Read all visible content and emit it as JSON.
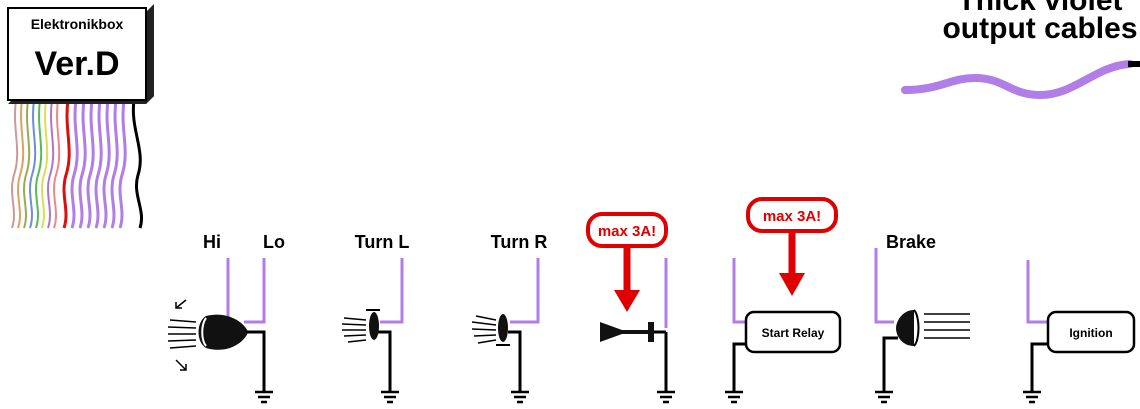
{
  "elektronikbox": {
    "title": "Elektronikbox",
    "version": "Ver.D"
  },
  "legend": {
    "line1": "Thick violet",
    "line2": "output cables",
    "cable_color": "#b07ee6"
  },
  "outputs": {
    "hi": "Hi",
    "lo": "Lo",
    "turn_l": "Turn L",
    "turn_r": "Turn R",
    "brake": "Brake"
  },
  "warnings": {
    "horn": "max 3A!",
    "start_relay": "max 3A!"
  },
  "boxes": {
    "start_relay": "Start Relay",
    "ignition": "Ignition"
  },
  "colors": {
    "warning": "#e00000",
    "violet": "#b07ee6"
  },
  "icons": [
    "headlight-icon",
    "turn-signal-left-icon",
    "turn-signal-right-icon",
    "horn-icon",
    "brake-light-icon",
    "ground-icon"
  ]
}
